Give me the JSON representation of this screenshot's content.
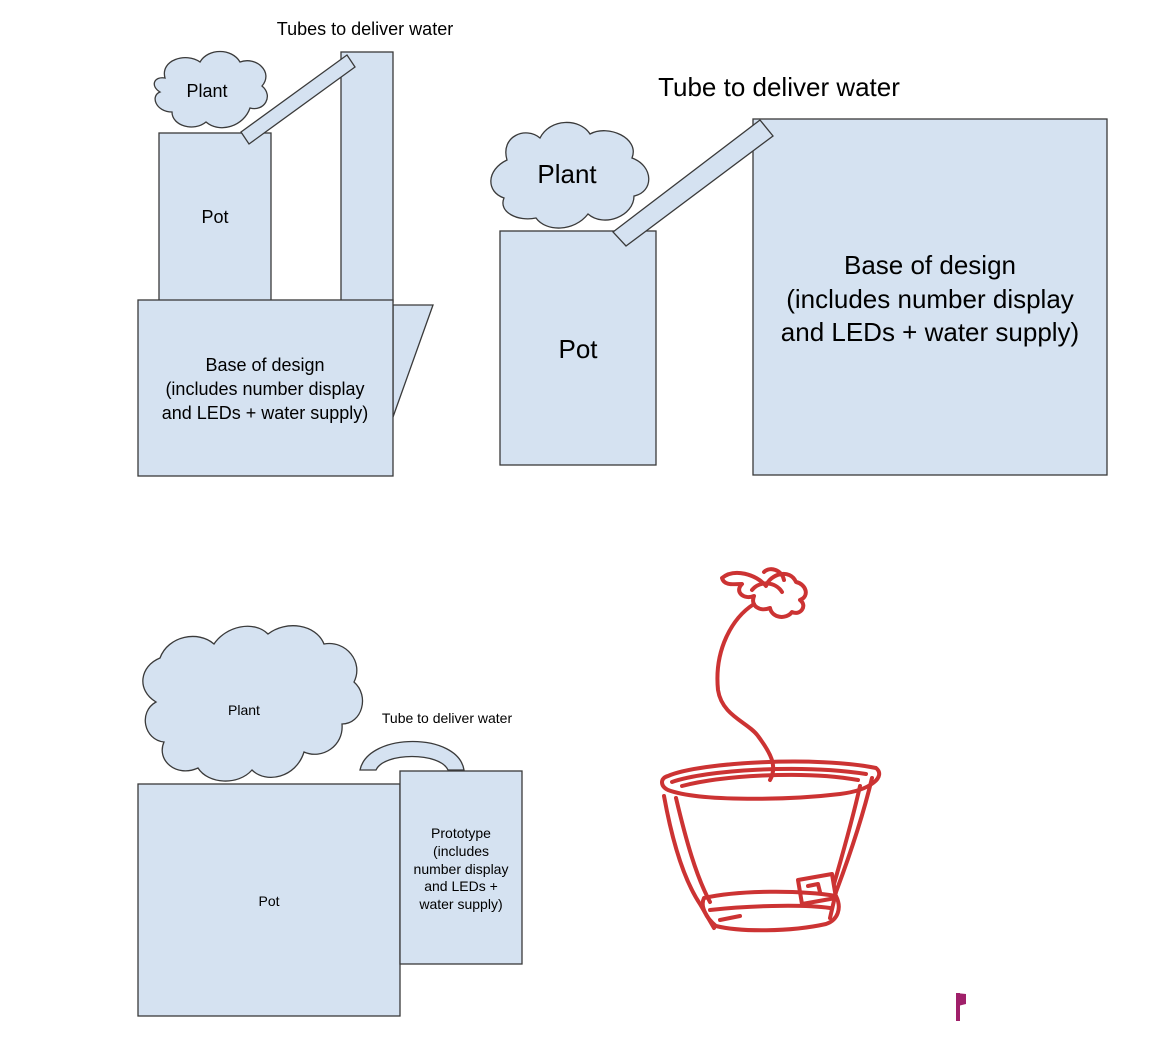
{
  "diagrams": [
    {
      "labels": {
        "tube": "Tubes to deliver water",
        "plant": "Plant",
        "pot": "Pot",
        "base_line1": "Base of design",
        "base_line2": "(includes number display",
        "base_line3": "and LEDs + water supply)"
      }
    },
    {
      "labels": {
        "tube": "Tube to deliver water",
        "plant": "Plant",
        "pot": "Pot",
        "base_line1": "Base of design",
        "base_line2": "(includes number display",
        "base_line3": "and LEDs + water supply)"
      }
    },
    {
      "labels": {
        "tube": "Tube to deliver water",
        "plant": "Plant",
        "pot": "Pot",
        "proto_line1": "Prototype",
        "proto_line2": "(includes",
        "proto_line3": "number display",
        "proto_line4": "and LEDs +",
        "proto_line5": "water supply)"
      }
    }
  ],
  "colors": {
    "shape_fill": "#d5e2f1",
    "shape_stroke": "#3a3a3a",
    "sketch_stroke": "#cc3333",
    "marker": "#a0206a"
  }
}
